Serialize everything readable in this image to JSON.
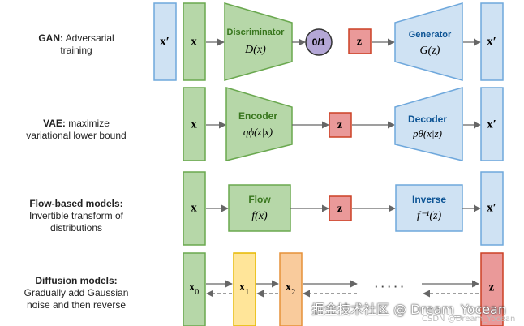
{
  "rows": [
    {
      "title": "GAN:",
      "desc": [
        "Adversarial",
        "training"
      ]
    },
    {
      "title": "VAE:",
      "desc": [
        "maximize",
        "variational lower bound"
      ]
    },
    {
      "title": "Flow-based models:",
      "desc": [
        "Invertible transform of",
        "distributions"
      ]
    },
    {
      "title": "Diffusion models:",
      "desc": [
        "Gradually add Gaussian",
        "noise and then reverse"
      ]
    }
  ],
  "gan": {
    "x_prime": "x′",
    "x": "x",
    "disc_title": "Discriminator",
    "disc_fn": "D(x)",
    "out": "0/1",
    "z": "z",
    "gen_title": "Generator",
    "gen_fn": "G(z)",
    "out_x": "x′"
  },
  "vae": {
    "x": "x",
    "enc_title": "Encoder",
    "enc_fn": "qϕ(z|x)",
    "z": "z",
    "dec_title": "Decoder",
    "dec_fn": "pθ(x|z)",
    "out_x": "x′"
  },
  "flow": {
    "x": "x",
    "flow_title": "Flow",
    "flow_fn": "f(x)",
    "z": "z",
    "inv_title": "Inverse",
    "inv_fn": "f⁻¹(z)",
    "out_x": "x′"
  },
  "diffusion": {
    "x0": "x0",
    "x1": "x1",
    "x2": "x2",
    "dots": "· · · · ·",
    "z": "z"
  },
  "watermark": {
    "main": "掘金技术社区 @ Dream_Yocean",
    "sub": "CSDN @Dream_Yocean"
  },
  "colors": {
    "green_fill": "#b6d7a8",
    "green_stroke": "#6aa84f",
    "blue_fill": "#cfe2f3",
    "blue_stroke": "#6fa8dc",
    "red_fill": "#ea9999",
    "red_stroke": "#cc4125",
    "purple_fill": "#b4a7d6",
    "yellow_fill": "#ffe599",
    "orange_fill": "#f9cb9c",
    "arrow": "#666666"
  }
}
